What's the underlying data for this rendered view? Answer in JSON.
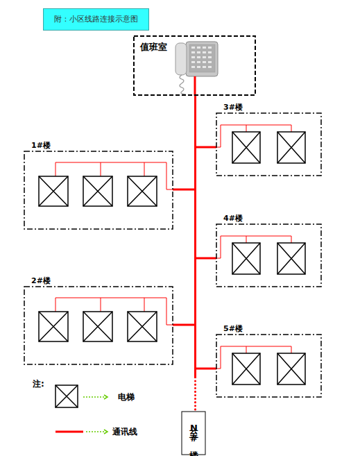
{
  "diagram": {
    "title": "附：小区线路连接示意图",
    "nodes": [
      {
        "text": [
          "值班室"
        ]
      },
      {
        "text": [
          "3#楼"
        ]
      },
      {
        "text": [
          "1#楼"
        ]
      },
      {
        "text": [
          "4#楼"
        ]
      },
      {
        "text": [
          "2#楼"
        ]
      },
      {
        "text": [
          "5#楼"
        ]
      },
      {
        "text": [
          "至N#楼"
        ]
      }
    ],
    "edges": [
      {
        "from": 0,
        "to": 1,
        "arrow": "none"
      },
      {
        "from": 0,
        "to": 2,
        "arrow": "none"
      },
      {
        "from": 0,
        "to": 3,
        "arrow": "none"
      },
      {
        "from": 0,
        "to": 4,
        "arrow": "none"
      },
      {
        "from": 0,
        "to": 5,
        "arrow": "none"
      },
      {
        "from": 0,
        "to": 6,
        "arrow": "none"
      }
    ],
    "labels": [
      "注:"
    ],
    "legend": [
      {
        "text": "电梯"
      },
      {
        "text": "通讯线"
      }
    ]
  }
}
